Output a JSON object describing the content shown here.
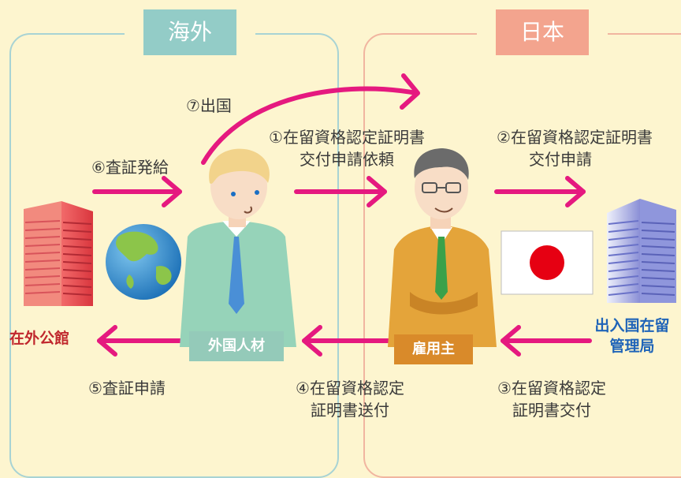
{
  "regions": {
    "overseas": "海外",
    "japan": "日本"
  },
  "actors": {
    "embassy": "在外公館",
    "foreign_talent": "外国人材",
    "employer": "雇用主",
    "immigration": [
      "出入国在留",
      "管理局"
    ]
  },
  "steps": {
    "s1": [
      "①在留資格認定証明書",
      "交付申請依頼"
    ],
    "s2": [
      "②在留資格認定証明書",
      "交付申請"
    ],
    "s3": [
      "③在留資格認定",
      "証明書交付"
    ],
    "s4": [
      "④在留資格認定",
      "証明書送付"
    ],
    "s5": "⑤査証申請",
    "s6": "⑥査証発給",
    "s7": "⑦出国"
  },
  "colors": {
    "background": "#fdf5cf",
    "arrow": "#e5197f",
    "overseas": "#93ccc7",
    "japan": "#f3a48e",
    "embassy_text": "#c0272d",
    "immigration_text": "#1f64b8"
  },
  "icons": [
    "embassy-building-icon",
    "globe-icon",
    "foreign-person-icon",
    "employer-person-icon",
    "japan-flag-icon",
    "immigration-building-icon"
  ]
}
